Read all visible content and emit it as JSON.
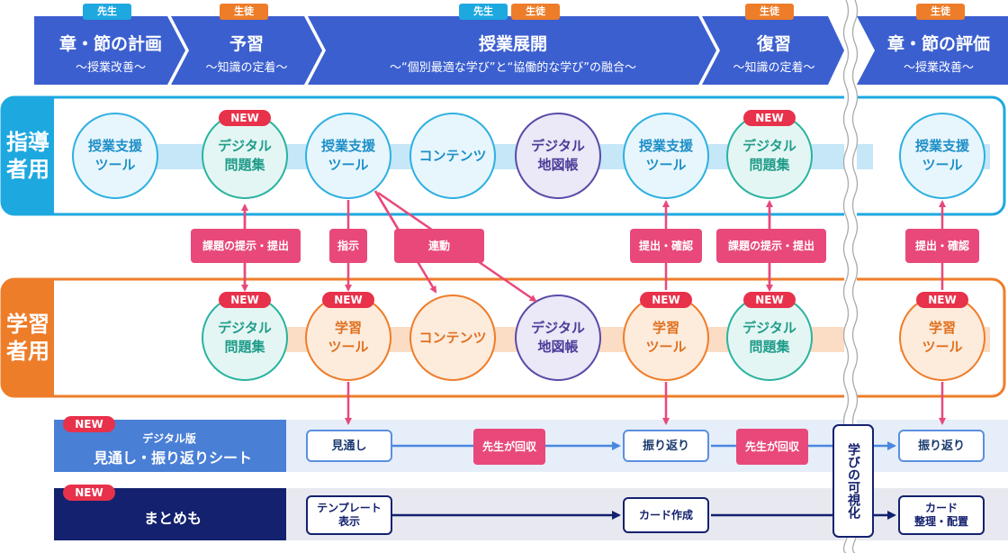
{
  "header": {
    "roles": {
      "teacher": "先生",
      "student": "生徒"
    },
    "stages": [
      {
        "title": "章・節の計画",
        "sub": "～授業改善～"
      },
      {
        "title": "予習",
        "sub": "～知識の定着～"
      },
      {
        "title": "授業展開",
        "sub": "～“個別最適な学び”と“協働的な学び”の融合～"
      },
      {
        "title": "復習",
        "sub": "～知識の定着～"
      },
      {
        "title": "章・節の評価",
        "sub": "～授業改善～"
      }
    ]
  },
  "lanes": {
    "teacher": "指導\n者用",
    "student": "学習\n者用"
  },
  "badges": {
    "new": "NEW"
  },
  "teacher_nodes": [
    "授業支援\nツール",
    "デジタル\n問題集",
    "授業支援\nツール",
    "コンテンツ",
    "デジタル\n地図帳",
    "授業支援\nツール",
    "デジタル\n問題集",
    "授業支援\nツール"
  ],
  "student_nodes": [
    "デジタル\n問題集",
    "学習\nツール",
    "コンテンツ",
    "デジタル\n地図帳",
    "学習\nツール",
    "デジタル\n問題集",
    "学習\nツール"
  ],
  "connectors": [
    "課題の提示・提出",
    "指示",
    "連動",
    "提出・確認",
    "課題の提示・提出",
    "提出・確認"
  ],
  "sheet_row": {
    "title_small": "デジタル版",
    "title": "見通し・振り返りシート",
    "steps": [
      "見通し",
      "振り返り",
      "振り返り"
    ],
    "collect": [
      "先生が回収",
      "先生が回収"
    ]
  },
  "summary_row": {
    "title": "まとめも",
    "steps": [
      "テンプレート\n表示",
      "カード作成",
      "カード\n整理・配置"
    ]
  },
  "visualize": "学びの可視化",
  "colors": {
    "header": "#3b5fcf",
    "teacher": "#1ea8e0",
    "student": "#ee7d2a",
    "pink": "#e8497a",
    "new": "#e8314a",
    "navy": "#13216e"
  }
}
